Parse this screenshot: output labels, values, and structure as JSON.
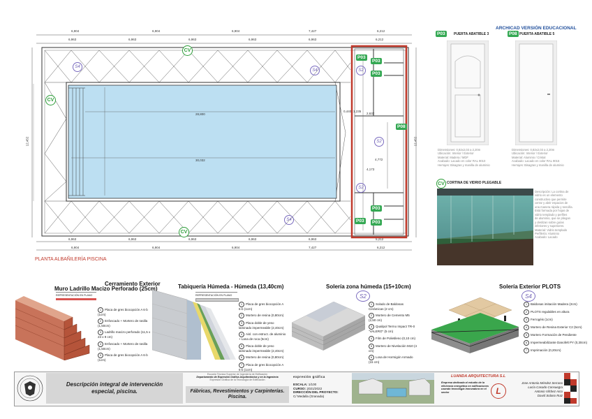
{
  "plan": {
    "title": "PLANTA ALBAÑILERÍA PISCINA",
    "dims_top": [
      "6,904",
      "6,904",
      "6,904",
      "7,427",
      "6,212"
    ],
    "dims_top_inner": [
      "6,963",
      "6,963",
      "6,963",
      "6,963",
      "6,963",
      "6,212"
    ],
    "dims_bottom": [
      "6,904",
      "6,904",
      "6,904",
      "7,427",
      "6,212"
    ],
    "dims_bottom_inner": [
      "6,963",
      "6,963",
      "6,963",
      "6,963",
      "6,963",
      "5,212"
    ],
    "dim_pool_length": "28,800",
    "dim_pool_length2": "30,032",
    "dim_left": "12,452",
    "dim_right": "12,452",
    "dims_right_inner": [
      "0,440",
      "1,235",
      "4,772",
      "2,632",
      "4,173"
    ],
    "tags_cv": [
      "CV",
      "CV",
      "CV"
    ],
    "tags_p03": [
      "P03",
      "P03",
      "P03",
      "P03",
      "P03"
    ],
    "tag_p08": "P08",
    "tags_s": [
      "S4",
      "S4",
      "S2",
      "S2",
      "S2",
      "S4"
    ]
  },
  "doors": {
    "header": "ARCHICAD VERSIÓN EDUCACIONAL",
    "p03": {
      "code": "P03",
      "label": "PUERTA ABATIBLE 3"
    },
    "p08": {
      "code": "P08",
      "label": "PUERTA ABATIBLE 5"
    },
    "p03_desc": [
      "Dimensiones: 0,82x2,03 a 2,20m",
      "Ubicación: Interior / Exterior",
      "Material: Madera / MDF",
      "Acabado: Lacado en color RAL 9010",
      "Herrajes: Bisagras y manilla de aluminio"
    ],
    "p08_desc": [
      "Dimensiones: 0,82x2,03 a 2,20m",
      "Ubicación: Interior / Exterior",
      "Material: Aluminio / Cristal",
      "Acabado: Lacado en color RAL 9016",
      "Herrajes: Bisagras y manilla de aluminio"
    ]
  },
  "curtain": {
    "code": "CV",
    "label": "CORTINA DE VIDRIO PLEGABLE",
    "desc": [
      "Descripción: La cortina de",
      "vidrio es un elemento",
      "constructivo que permite",
      "cerrar y abrir espacios de",
      "una manera rápida y sencilla.",
      "Está formada por hojas de",
      "vidrio templado y perfiles",
      "de aluminio, que se pliegan",
      "y deslizan sobre guías",
      "inferiores y superiores.",
      "Material: Vidrio templado",
      "Perfilería: Aluminio",
      "Acabado: Lacado"
    ]
  },
  "sections": {
    "s1": {
      "title1": "Cerramiento Exterior",
      "title2": "Muro Ladrillo Macizo Perforado (25cm)",
      "plan_label": "REPRESENTACIÓN EN PLANO",
      "items": [
        "Placa de gres biocopción A 6·b (1cm)",
        "Enfoscado + Mortero de rasilla (1,50cm)",
        "Ladrillo macizo perforado (11,5 x 23 x 9 cm)",
        "Enfoscado + Mortero de rasilla (1,50cm)",
        "Placa de gres biocopción A 6·b (1cm)"
      ]
    },
    "s2": {
      "title": "Tabiquería Húmeda - Húmeda (13,40cm)",
      "plan_label": "REPRESENTACIÓN EN PLANO",
      "items": [
        "Placa de gres biocopción A 6·b (1cm)",
        "Mortero de resina (0,80cm)",
        "Placa doble de yeso laminado impermeable (2,40cm)",
        "Aisl. con estruct. de aluminio + Lana de roca (5cm)",
        "Placa doble de yeso laminado impermeable (2,40cm)",
        "Mortero de resina (0,80cm)",
        "Placa de gres biocopción A 6·b (1cm)"
      ]
    },
    "s3": {
      "title": "Solería zona húmeda (15+10cm)",
      "tag": "S2",
      "items": [
        "Solado de Baldosas Cerámicas (2 cm)",
        "Mortero de Cemento M5 (2,50 cm)",
        "Qualipol Termo Impact TR-0 \"VALERO\" (5 cm)",
        "Film de Polietileno (0,10 cm)",
        "Mortero de Nivelación M10 (4 cm)",
        "Losa de Hormigón Armado (15 cm)"
      ]
    },
    "s4": {
      "title": "Solería Exterior PLOTS",
      "tag": "S4",
      "items": [
        "Baldosas imitación Madera (2cm)",
        "PLOTS regulables en altura",
        "Ferrogéis (1cm)",
        "Mortero de Resina Exterior C2 (5cm)",
        "Mortero Formación de Pendiente",
        "Impermeabilizante Danofelt PY (0,30cm)",
        "Imprimación (0,20cm)"
      ]
    }
  },
  "footer": {
    "main_title": "Descripción integral de intervención especial, piscina.",
    "school1": "Escuela Técnica Superior de Ingeniería de Edificación",
    "school2": "Departamento de Expresión Gráfica Arquitectónica y en la Ingeniería",
    "school3": "Expresión Gráfica de la Tecnología de Edificación",
    "drawing_title": "Fábricas, Revestimientos y Carpinterías. Piscina.",
    "escala_label": "ESCALA:",
    "escala": "1/100",
    "curso_label": "CURSO:",
    "curso": "2021/2022",
    "direccion_label": "DIRECCIÓN DEL PROYECTO:",
    "direccion": "C/ Medalla (Granada)",
    "brand": "expresión gráfica",
    "company": "LUANDA ARQUITECTURA S.L",
    "company_desc": "Empresa dedicada al estudio de la eficiencia energética en edificaciones usando tecnología innovadora en el sector",
    "authors": [
      "Jose Antonio Méndez Serrano",
      "Lucía Casado Consuegra",
      "Antonio Vilchez Arco",
      "David Solano Ruiz"
    ],
    "logo_letter": "L"
  },
  "colors": {
    "tag_green": "#2e9e3a",
    "pool_blue": "#bcdff2",
    "red": "#c0392b",
    "tag_purple": "#6a5bb0"
  }
}
